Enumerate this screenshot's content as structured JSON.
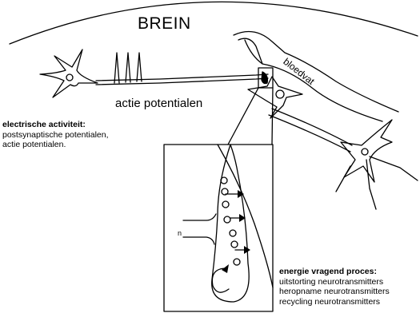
{
  "title": "BREIN",
  "labels": {
    "action_potentials": "actie potentialen",
    "blood_vessel": "bloedvat",
    "neuron_label": "n"
  },
  "electrical_activity": {
    "heading": "electrische activiteit:",
    "line1": "postsynaptische potentialen,",
    "line2": "actie potentialen."
  },
  "energy_process": {
    "heading": "energie vragend proces:",
    "line1": "uitstorting neurotransmitters",
    "line2": "heropname neurotransmitters",
    "line3": "recycling neurotransmitters"
  }
}
